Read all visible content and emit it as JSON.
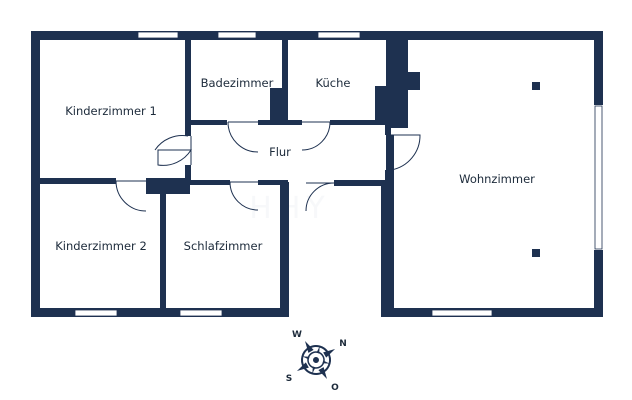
{
  "floorplan": {
    "wall_color": "#1e3150",
    "window_color": "#ffffff",
    "watermark": "HHY",
    "rooms": [
      {
        "id": "kinderzimmer1",
        "label": "Kinderzimmer 1"
      },
      {
        "id": "badezimmer",
        "label": "Badezimmer"
      },
      {
        "id": "kueche",
        "label": "Küche"
      },
      {
        "id": "flur",
        "label": "Flur"
      },
      {
        "id": "wohnzimmer",
        "label": "Wohnzimmer"
      },
      {
        "id": "kinderzimmer2",
        "label": "Kinderzimmer 2"
      },
      {
        "id": "schlafzimmer",
        "label": "Schlafzimmer"
      }
    ]
  },
  "compass": {
    "icon": "compass-rose-icon",
    "north": "N",
    "south": "S",
    "west": "W",
    "east": "O"
  }
}
